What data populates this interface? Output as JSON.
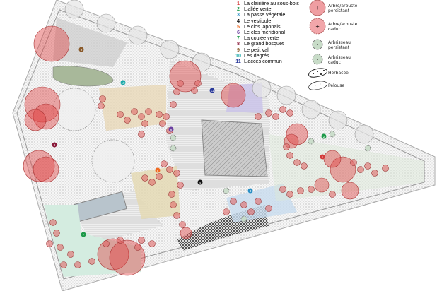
{
  "zones": [
    {
      "num": "1",
      "label": "La clairière au sous-bois",
      "color": "#d33a3a"
    },
    {
      "num": "2",
      "label": "L'allée verte",
      "color": "#1e9a4a"
    },
    {
      "num": "3",
      "label": "La passe végétale",
      "color": "#2a8fc4"
    },
    {
      "num": "4",
      "label": "Le vestibule",
      "color": "#111111"
    },
    {
      "num": "5",
      "label": "Le clos japonais",
      "color": "#f06a22"
    },
    {
      "num": "6",
      "label": "Le clos méridional",
      "color": "#6a3fa0"
    },
    {
      "num": "7",
      "label": "La coulée verte",
      "color": "#1e9a4a"
    },
    {
      "num": "8",
      "label": "Le grand bosquet",
      "color": "#8a1a3a"
    },
    {
      "num": "9",
      "label": "Le petit val",
      "color": "#8a5a2a"
    },
    {
      "num": "10",
      "label": "Les degrés",
      "color": "#1aa8a8"
    },
    {
      "num": "11",
      "label": "L'accès commun",
      "color": "#2a3a9a"
    }
  ],
  "legend": [
    {
      "label1": "Arbre/arbuste",
      "label2": "persistant",
      "icon": "tree-evergreen-icon"
    },
    {
      "label1": "Arbre/arbuste",
      "label2": "caduc",
      "icon": "tree-deciduous-icon"
    },
    {
      "label1": "Arbrisseau",
      "label2": "persistant",
      "icon": "shrub-evergreen-icon"
    },
    {
      "label1": "Arbrisseau",
      "label2": "caduc",
      "icon": "shrub-deciduous-icon"
    },
    {
      "label1": "Herbacée",
      "label2": "",
      "icon": "herbaceous-icon"
    },
    {
      "label1": "Pelouse",
      "label2": "",
      "icon": "lawn-icon"
    }
  ],
  "colors": {
    "tree": "#e8888c",
    "shrub": "#c8dcc8",
    "lawn": "#f4f4f4"
  }
}
